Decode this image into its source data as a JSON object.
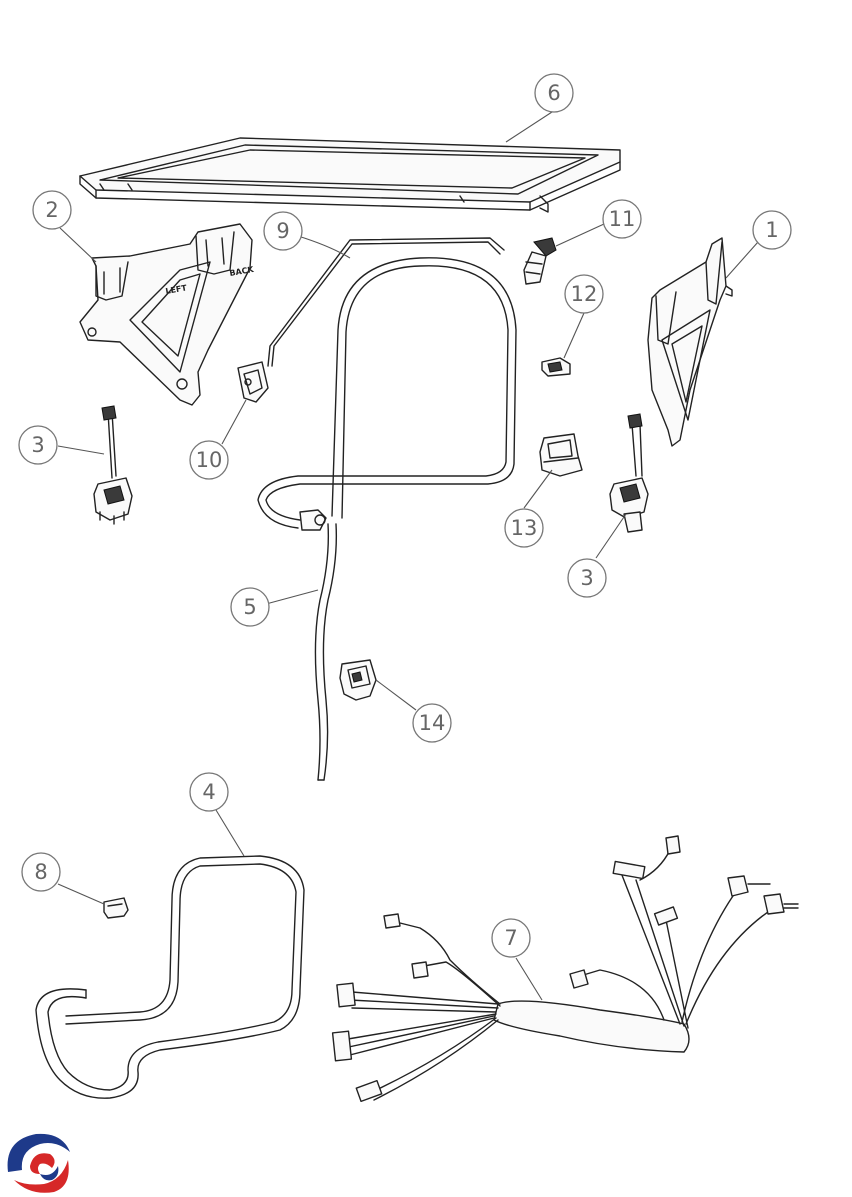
{
  "callouts": [
    {
      "id": "c6",
      "label": "6"
    },
    {
      "id": "c2",
      "label": "2"
    },
    {
      "id": "c9",
      "label": "9"
    },
    {
      "id": "c11",
      "label": "11"
    },
    {
      "id": "c1",
      "label": "1"
    },
    {
      "id": "c12",
      "label": "12"
    },
    {
      "id": "c3a",
      "label": "3"
    },
    {
      "id": "c10",
      "label": "10"
    },
    {
      "id": "c13",
      "label": "13"
    },
    {
      "id": "c3b",
      "label": "3"
    },
    {
      "id": "c5",
      "label": "5"
    },
    {
      "id": "c14",
      "label": "14"
    },
    {
      "id": "c4",
      "label": "4"
    },
    {
      "id": "c8",
      "label": "8"
    },
    {
      "id": "c7",
      "label": "7"
    }
  ],
  "embossed": {
    "left_text": "LEFT",
    "back_text": "BACK"
  },
  "logo": {
    "colors": {
      "blue": "#1e3a8a",
      "red": "#d62828"
    }
  }
}
